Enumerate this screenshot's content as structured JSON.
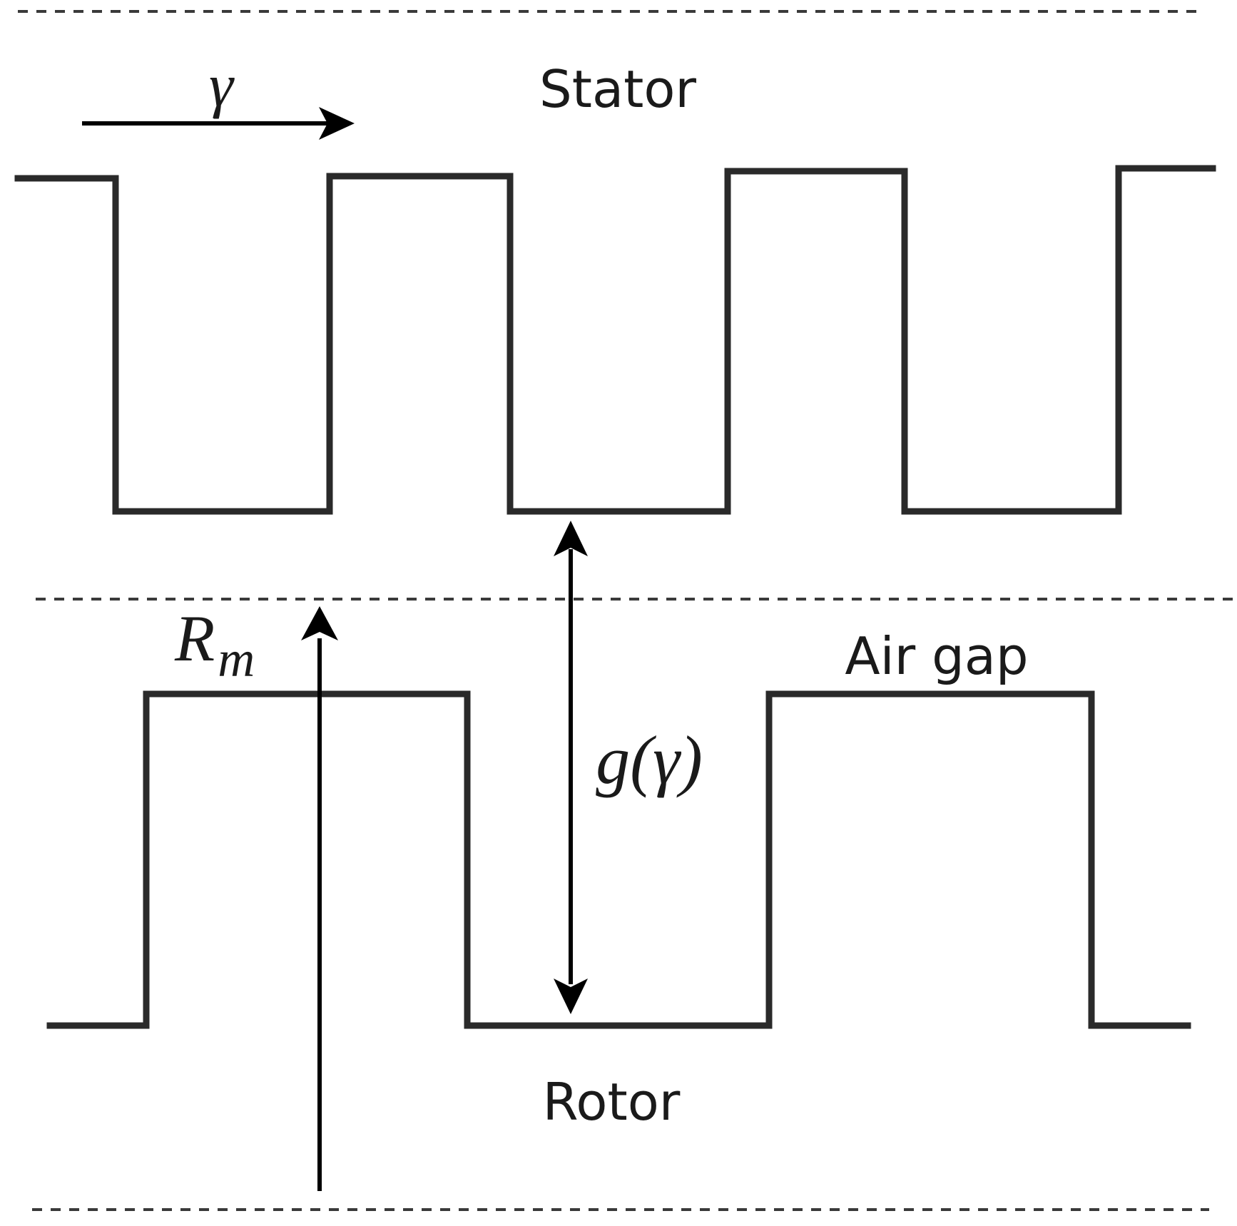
{
  "labels": {
    "stator": "Stator",
    "rotor": "Rotor",
    "air_gap": "Air gap",
    "gamma": "γ",
    "g_gamma": "g(γ)",
    "r_main": "R",
    "r_sub": "m"
  },
  "colors": {
    "line": "#2a2a2a",
    "arrow": "#000000",
    "dashed": "#3a3a3a",
    "background": "#ffffff"
  }
}
